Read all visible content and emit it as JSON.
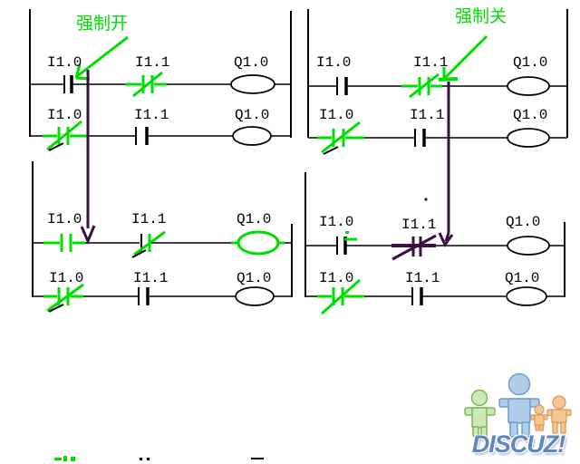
{
  "annotations": {
    "force_on": {
      "text": "强制开"
    },
    "force_off": {
      "text": "强制关"
    }
  },
  "ladders": [
    {
      "position": "top-left",
      "rungs": [
        {
          "contacts": [
            {
              "label": "I1.0",
              "symbol": "NO",
              "highlight": "none"
            },
            {
              "label": "I1.1",
              "symbol": "NC",
              "highlight": "green"
            }
          ],
          "coil": {
            "label": "Q1.0",
            "highlight": "none"
          }
        },
        {
          "contacts": [
            {
              "label": "I1.0",
              "symbol": "NC",
              "highlight": "green"
            },
            {
              "label": "I1.1",
              "symbol": "NO",
              "highlight": "none"
            }
          ],
          "coil": {
            "label": "Q1.0",
            "highlight": "none"
          }
        }
      ]
    },
    {
      "position": "top-right",
      "rungs": [
        {
          "contacts": [
            {
              "label": "I1.0",
              "symbol": "NO",
              "highlight": "none"
            },
            {
              "label": "I1.1",
              "symbol": "NC",
              "highlight": "green"
            }
          ],
          "coil": {
            "label": "Q1.0",
            "highlight": "none"
          }
        },
        {
          "contacts": [
            {
              "label": "I1.0",
              "symbol": "NC",
              "highlight": "green"
            },
            {
              "label": "I1.1",
              "symbol": "NO",
              "highlight": "none"
            }
          ],
          "coil": {
            "label": "Q1.0",
            "highlight": "none"
          }
        }
      ]
    },
    {
      "position": "bottom-left",
      "rungs": [
        {
          "contacts": [
            {
              "label": "I1.0",
              "symbol": "NO",
              "highlight": "green"
            },
            {
              "label": "I1.1",
              "symbol": "NC",
              "highlight": "green"
            }
          ],
          "coil": {
            "label": "Q1.0",
            "highlight": "green"
          }
        },
        {
          "contacts": [
            {
              "label": "I1.0",
              "symbol": "NC",
              "highlight": "green"
            },
            {
              "label": "I1.1",
              "symbol": "NO",
              "highlight": "none"
            }
          ],
          "coil": {
            "label": "Q1.0",
            "highlight": "none"
          }
        }
      ]
    },
    {
      "position": "bottom-right",
      "rungs": [
        {
          "contacts": [
            {
              "label": "I1.0",
              "symbol": "NO",
              "highlight": "none"
            },
            {
              "label": "I1.1",
              "symbol": "NC",
              "highlight": "purple"
            }
          ],
          "coil": {
            "label": "Q1.0",
            "highlight": "none"
          }
        },
        {
          "contacts": [
            {
              "label": "I1.0",
              "symbol": "NC",
              "highlight": "green"
            },
            {
              "label": "I1.1",
              "symbol": "NO",
              "highlight": "none"
            }
          ],
          "coil": {
            "label": "Q1.0",
            "highlight": "none"
          }
        }
      ]
    }
  ],
  "watermark": {
    "text": "DISCUZ!"
  },
  "colors": {
    "annotation_green": "#00dd00",
    "force_purple": "#3c0e44",
    "line_black": "#000000",
    "watermark_blue": "#5c85c2",
    "watermark_green_fill": "#cde9b6",
    "watermark_green_stroke": "#7ab558",
    "watermark_blue_fill": "#b0cdea",
    "watermark_blue_stroke": "#6f9ccd",
    "watermark_orange_fill": "#f5c795",
    "watermark_orange_stroke": "#dc9a55"
  }
}
